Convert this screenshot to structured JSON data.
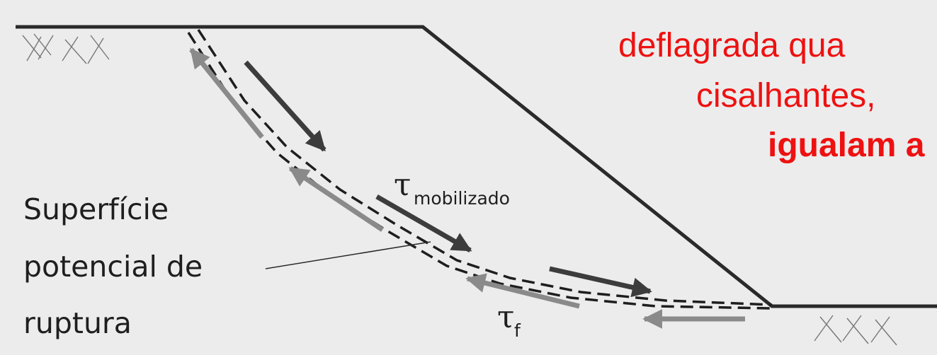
{
  "red_text": {
    "line1": "deflagrada qua",
    "line2": "cisalhantes,",
    "line3": "igualam a"
  },
  "surface_label": {
    "line1": "Superfície",
    "line2": "potencial de",
    "line3": "ruptura"
  },
  "tau_mobilizado": {
    "symbol": "τ",
    "subscript": "mobilizado"
  },
  "tau_f": {
    "symbol": "τ",
    "subscript": "f"
  },
  "colors": {
    "background": "#ececec",
    "ground_line": "#2a2a2a",
    "driving_arrow": "#3c3c3c",
    "resisting_arrow": "#8a8a8a",
    "red_text": "#ee1111"
  }
}
